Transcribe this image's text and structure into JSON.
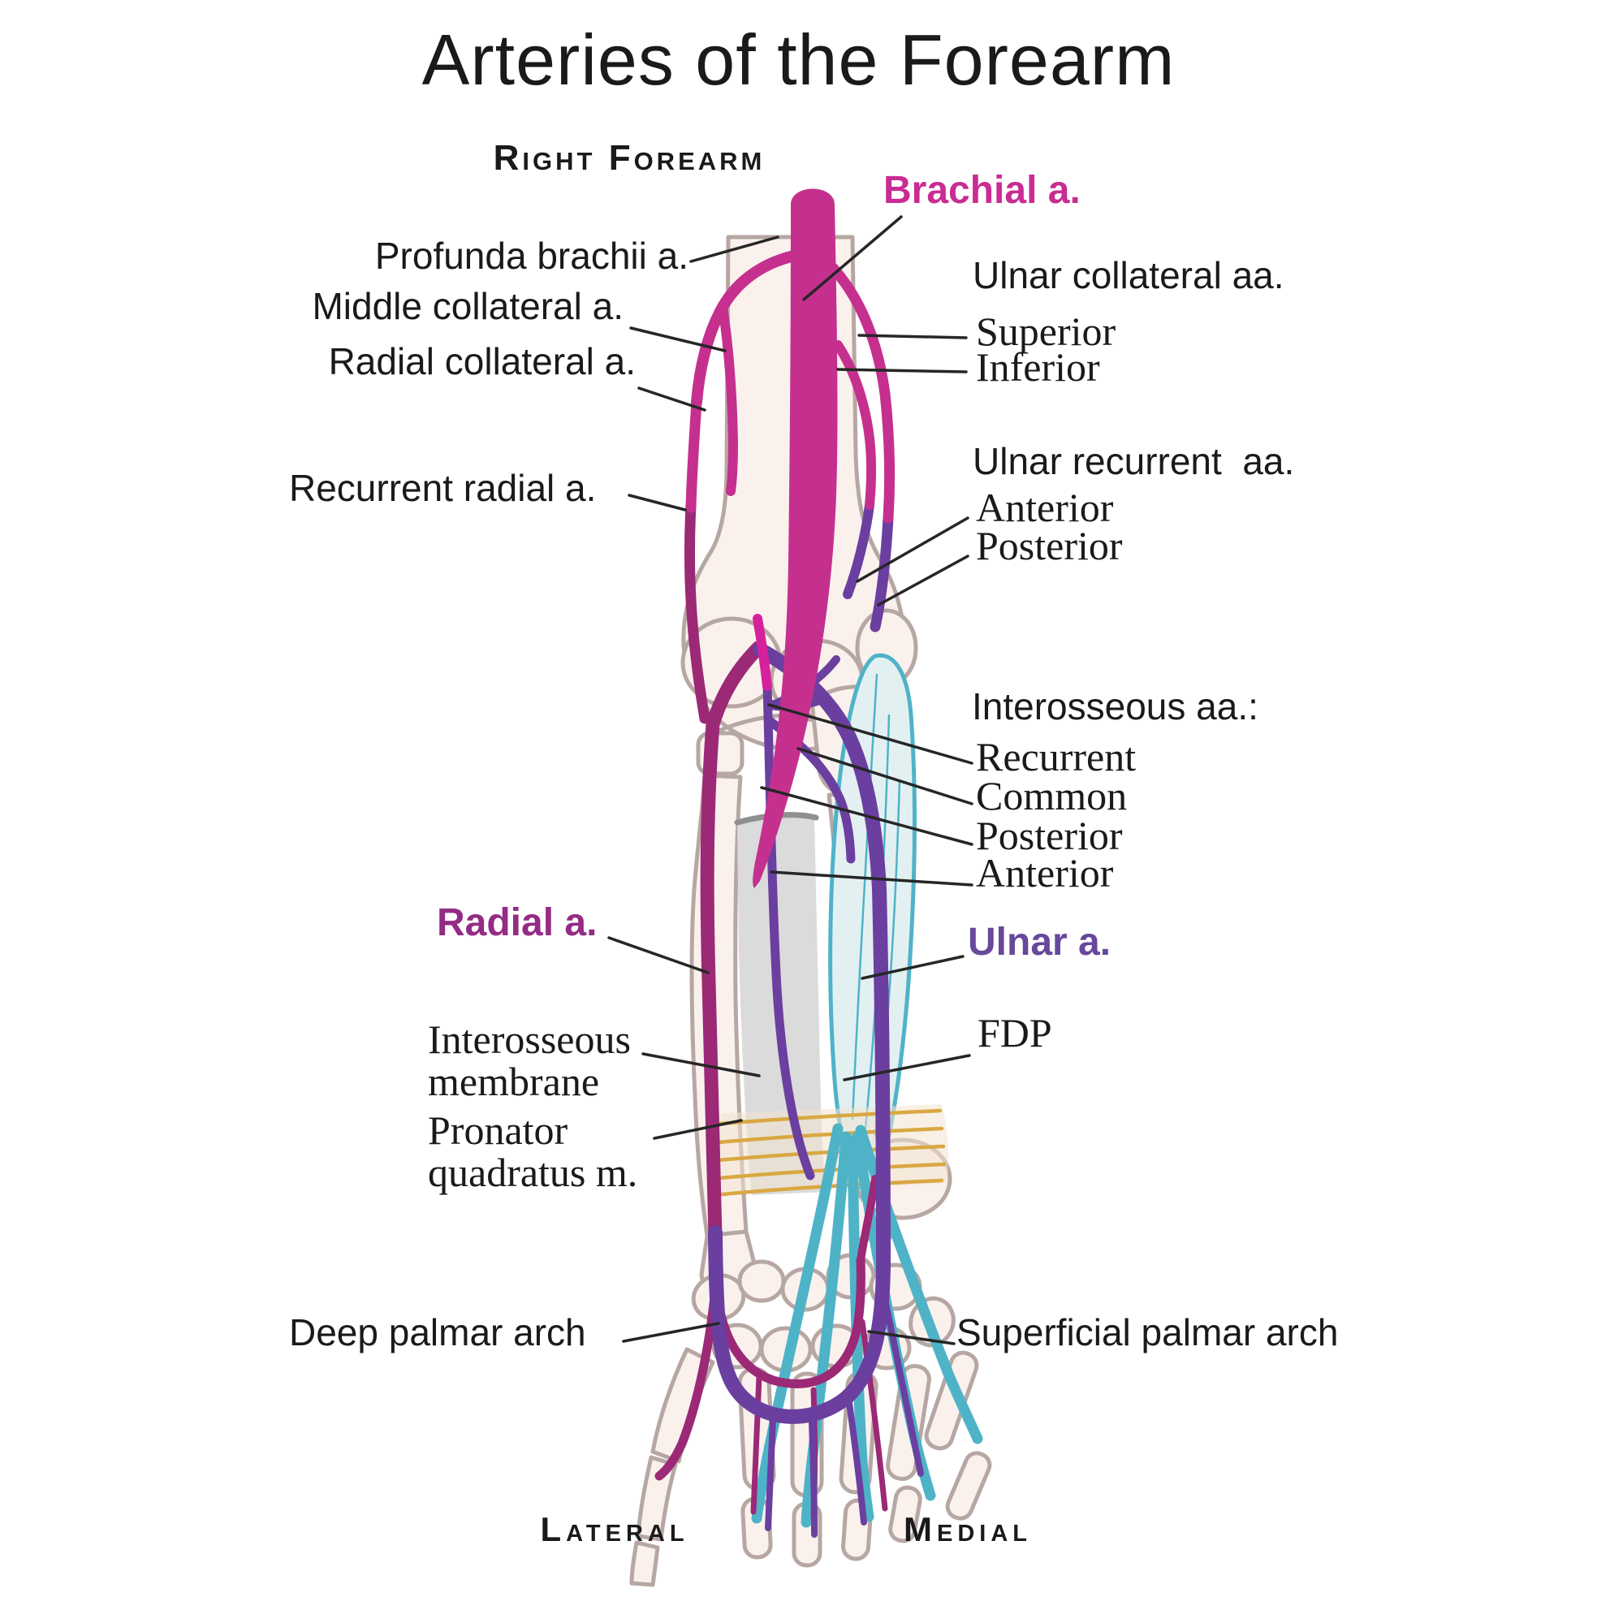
{
  "title": "Arteries of the Forearm",
  "subtitle": "Right Forearm",
  "footer": {
    "lateral": "Lateral",
    "medial": "Medial"
  },
  "colors": {
    "brachial_magenta": "#C5308F",
    "radial_maroon": "#9B2976",
    "ulnar_purple": "#6B3FA0",
    "interosseous_pink": "#D6219C",
    "tendon_cyan": "#4FB3C8",
    "fdp_fill": "#E3F0F2",
    "bone_fill": "#FAF1ED",
    "bone_outline": "#B7A7A3",
    "membrane_gray": "#DBDBDB",
    "pronator_gold": "#D9A842",
    "label_brachial": "#C92C92",
    "label_radial": "#942B85",
    "label_ulnar": "#67489B",
    "leader_line": "#262626",
    "text": "#1A1A1A"
  },
  "labels": {
    "brachial": "Brachial a.",
    "profunda_brachii": "Profunda brachii a.",
    "middle_collateral": "Middle collateral a.",
    "radial_collateral": "Radial collateral a.",
    "ulnar_collateral_group": "Ulnar collateral aa.",
    "ulnar_collateral_superior": "Superior",
    "ulnar_collateral_inferior": "Inferior",
    "recurrent_radial": "Recurrent radial a.",
    "ulnar_recurrent_group": "Ulnar recurrent  aa.",
    "ulnar_recurrent_anterior": "Anterior",
    "ulnar_recurrent_posterior": "Posterior",
    "interosseous_group": "Interosseous aa.:",
    "interosseous_recurrent": "Recurrent",
    "interosseous_common": "Common",
    "interosseous_posterior": "Posterior",
    "interosseous_anterior": "Anterior",
    "radial": "Radial a.",
    "ulnar": "Ulnar a.",
    "interosseous_membrane": "Interosseous\nmembrane",
    "fdp": "FDP",
    "pronator_quadratus": "Pronator\nquadratus m.",
    "deep_palmar_arch": "Deep palmar arch",
    "superficial_palmar_arch": "Superficial palmar arch"
  }
}
